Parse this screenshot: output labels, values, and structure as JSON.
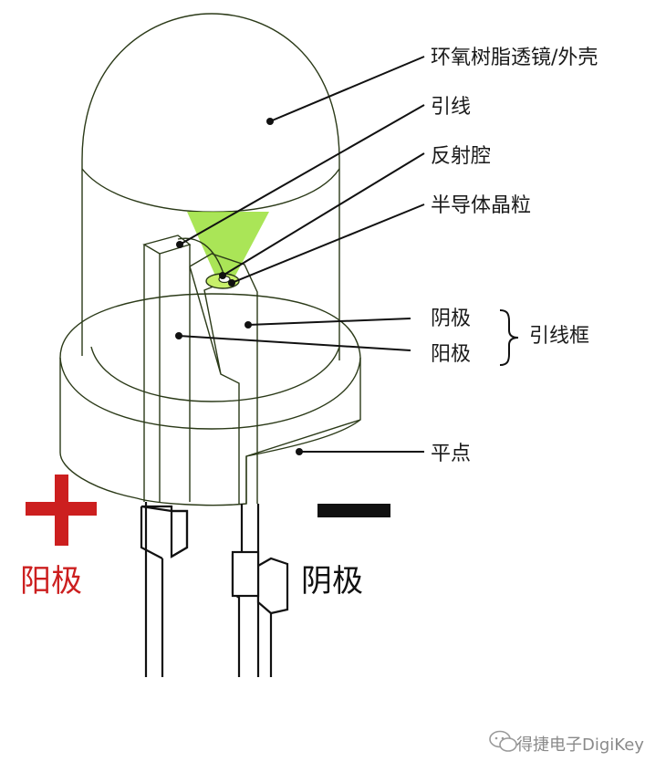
{
  "labels": {
    "lens": "环氧树脂透镜/外壳",
    "wire": "引线",
    "reflector": "反射腔",
    "die": "半导体晶粒",
    "cathode_upper": "阴极",
    "anode_lower": "阳极",
    "leadframe": "引线框",
    "flat": "平点"
  },
  "polarity": {
    "anode_symbol": "+",
    "anode_label": "阳极",
    "anode_color": "#cc1f1f",
    "cathode_symbol": "−",
    "cathode_label": "阴极",
    "cathode_color": "#111111"
  },
  "watermark": {
    "icon": "wechat-icon",
    "text": "得捷电子DigiKey"
  },
  "colors": {
    "outline": "#2b3a18",
    "light_cone": "#9be03a",
    "die_glow": "#c8f06a"
  }
}
